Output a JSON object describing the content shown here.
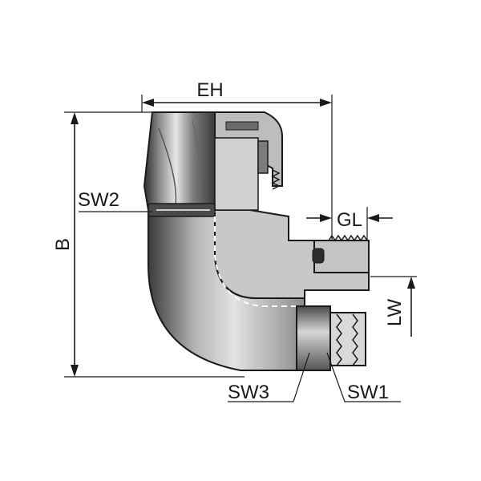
{
  "labels": {
    "eh": "EH",
    "b": "B",
    "gl": "GL",
    "lw": "LW",
    "sw1": "SW1",
    "sw2": "SW2",
    "sw3": "SW3"
  },
  "colors": {
    "body_dark": "#3d3d3d",
    "body_mid": "#8a8a8a",
    "body_light": "#d9d9d9",
    "section": "#bdbdbd",
    "outline": "#1a1a1a"
  }
}
